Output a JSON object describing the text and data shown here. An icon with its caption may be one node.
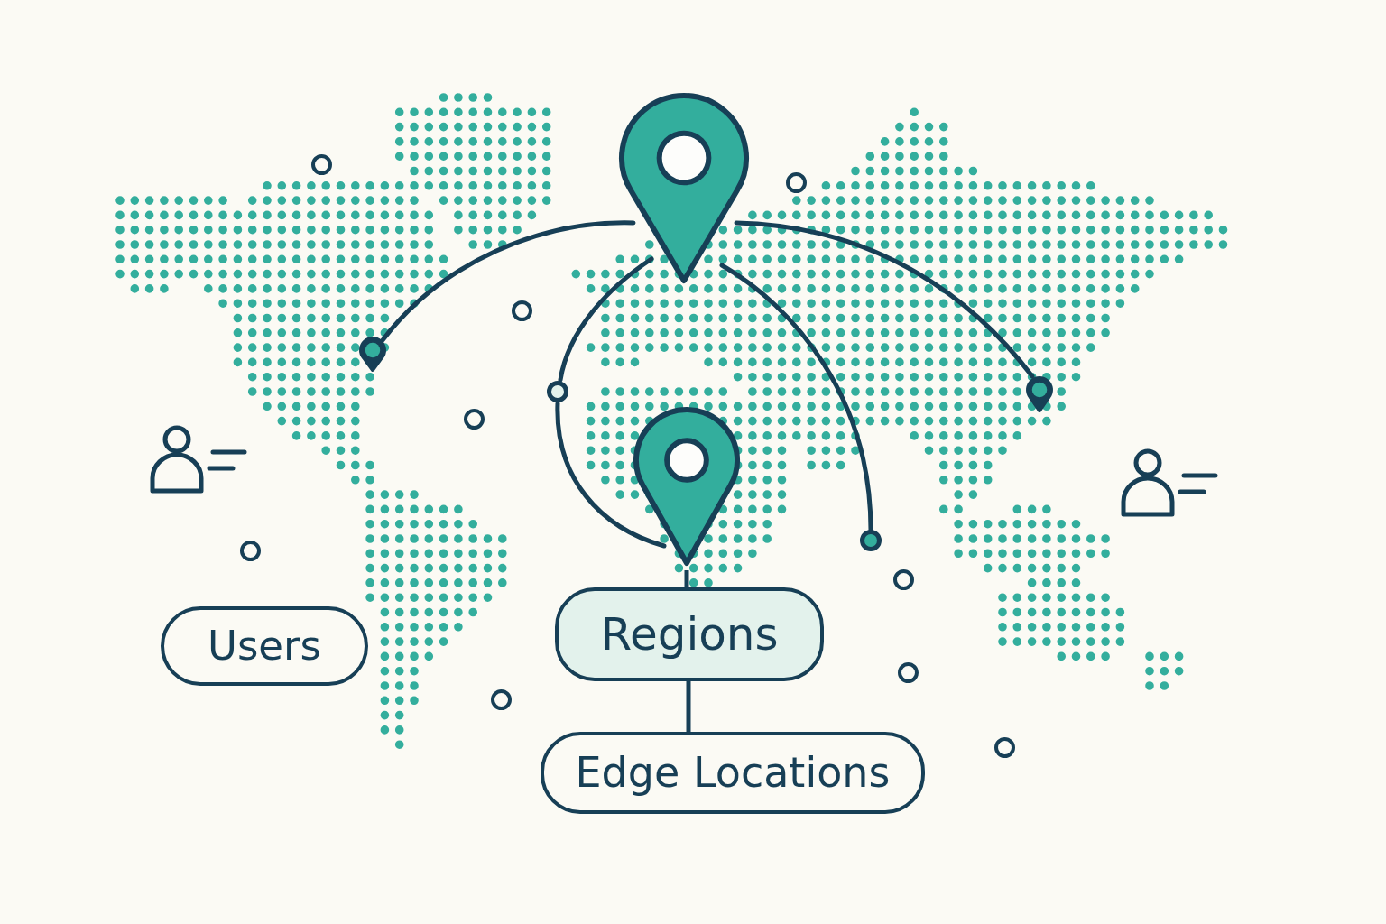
{
  "diagram": {
    "nodes": [
      {
        "text": [],
        "shape": "pin"
      },
      {
        "text": [],
        "shape": "pin"
      },
      {
        "text": [],
        "shape": "pin"
      },
      {
        "text": [],
        "shape": "circle"
      },
      {
        "text": [],
        "shape": "pin"
      },
      {
        "text": [],
        "shape": "circle"
      },
      {
        "text": [
          "Regions"
        ]
      },
      {
        "text": [
          "Users"
        ]
      },
      {
        "text": [
          "Edge Locations"
        ]
      }
    ],
    "edges": [
      {
        "from": 0,
        "to": 1,
        "arrow": "none"
      },
      {
        "from": 0,
        "to": 2,
        "arrow": "none"
      },
      {
        "from": 0,
        "to": 5,
        "arrow": "none"
      },
      {
        "from": 0,
        "to": 3,
        "arrow": "none"
      },
      {
        "from": 3,
        "to": 4,
        "arrow": "none"
      },
      {
        "from": 4,
        "to": 6,
        "arrow": "none"
      },
      {
        "from": 6,
        "to": 8,
        "arrow": "none"
      }
    ]
  }
}
